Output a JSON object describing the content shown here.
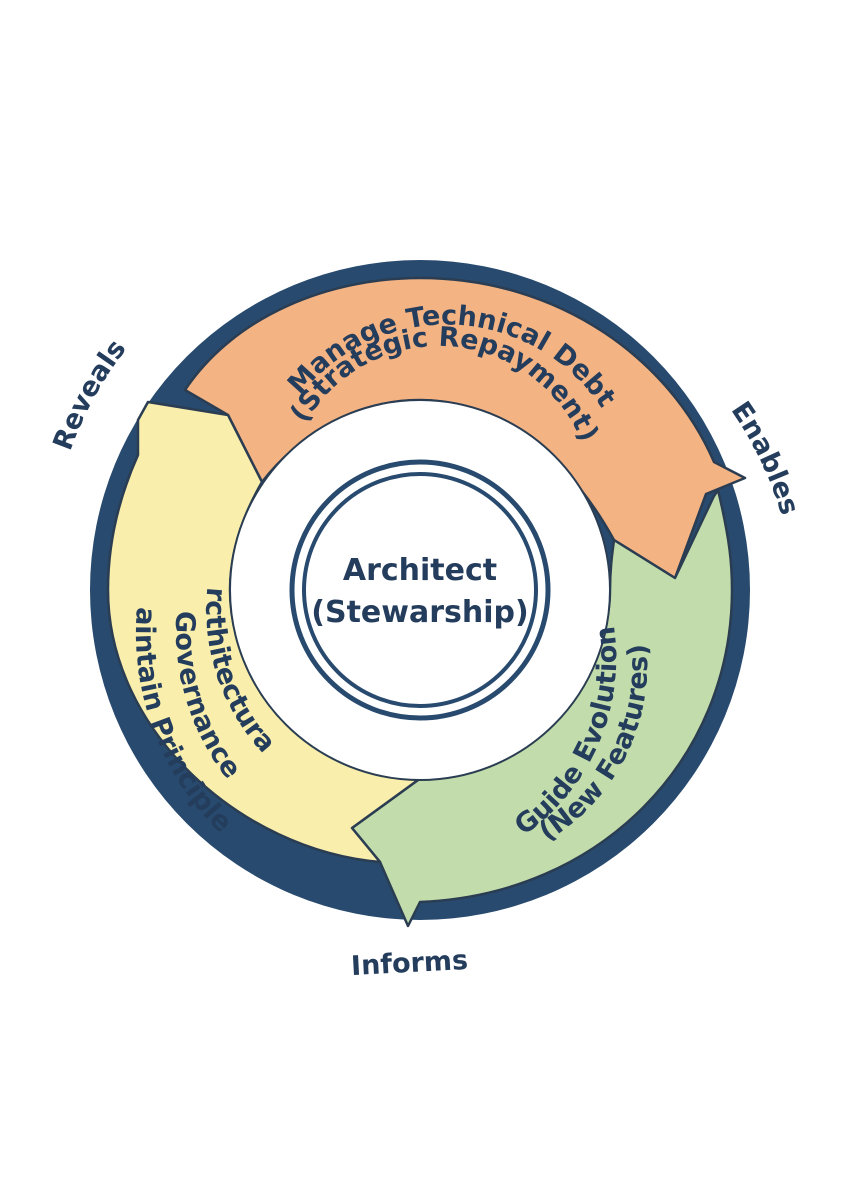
{
  "center": {
    "line1": "Architect",
    "line2": "(Stewarship)"
  },
  "segments": [
    {
      "id": "debt",
      "line1": "Manage Technical Debt",
      "line2": "(Strategic Repayment)",
      "color": "#f4b383"
    },
    {
      "id": "evolution",
      "line1": "Guide Evolution",
      "line2": "(New Features)",
      "color": "#c2dcab"
    },
    {
      "id": "governance",
      "line1": "Arcthitectural",
      "line2": "Governance",
      "line3": "(Maintain Principles)",
      "color": "#f9eeac"
    }
  ],
  "connectors": {
    "enables": "Enables",
    "informs": "Informs",
    "reveals": "Reveals"
  },
  "colors": {
    "ring": "#284a6e",
    "text": "#243d5c",
    "background": "#ffffff"
  }
}
